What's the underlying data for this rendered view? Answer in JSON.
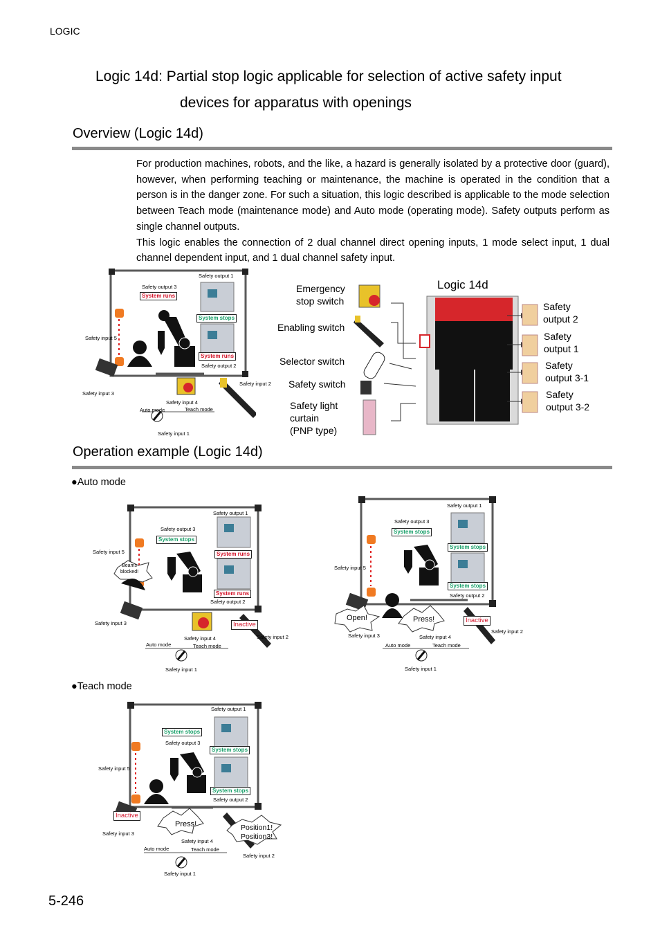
{
  "header": "LOGIC",
  "title_line1": "Logic 14d: Partial stop logic applicable for selection of active safety input",
  "title_line2": "devices for apparatus with openings",
  "overview_heading": "Overview (Logic 14d)",
  "overview_para1": "For production machines, robots, and the like, a hazard is generally isolated by a protective door (guard), however, when performing teaching or maintenance, the machine is operated in the condition that a person is in the danger zone. For such a situation, this logic described is applicable to the mode selection between Teach mode (maintenance mode) and Auto mode (operating mode). Safety outputs perform as single channel outputs.",
  "overview_para2": "This logic enables the connection of 2 dual channel direct opening inputs, 1 mode select input, 1 dual channel dependent input, and 1 dual channel safety input.",
  "operation_heading": "Operation example (Logic 14d)",
  "auto_mode_bullet": "●Auto mode",
  "teach_mode_bullet": "●Teach mode",
  "page_number": "5-246",
  "labels": {
    "so1": "Safety output 1",
    "so2": "Safety output 2",
    "so3": "Safety output 3",
    "si1": "Safety input 1",
    "si2": "Safety input 2",
    "si3": "Safety input 3",
    "si4": "Safety input 4",
    "si5": "Safety input 5",
    "auto_mode": "Auto mode",
    "teach_mode": "Teach mode",
    "system_runs": "System runs",
    "system_stops": "System stops",
    "inactive": "Inactive",
    "beams_blocked": "Beams blocked!",
    "open": "Open!",
    "press": "Press!",
    "position_1": "Position1!",
    "position_3": "Position3!"
  },
  "diagram": {
    "logic_label": "Logic 14d",
    "inputs": [
      "Emergency stop switch",
      "Enabling switch",
      "Selector switch",
      "Safety switch",
      "Safety light curtain (PNP type)"
    ],
    "input_lines": [
      [
        "Emergency",
        "stop switch"
      ],
      [
        "Enabling switch"
      ],
      [
        "Selector switch"
      ],
      [
        "Safety switch"
      ],
      [
        "Safety light",
        "curtain",
        " (PNP type)"
      ]
    ],
    "outputs": [
      [
        "Safety",
        "output 2"
      ],
      [
        "Safety",
        "output 1"
      ],
      [
        "Safety",
        "output 3-1"
      ],
      [
        "Safety",
        "output 3-2"
      ]
    ]
  },
  "colors": {
    "runs": "#d3142a",
    "stops": "#1aa06a",
    "rule": "#8a8a8a",
    "controller_red": "#d6262b",
    "sensor_orange": "#f07a22"
  }
}
